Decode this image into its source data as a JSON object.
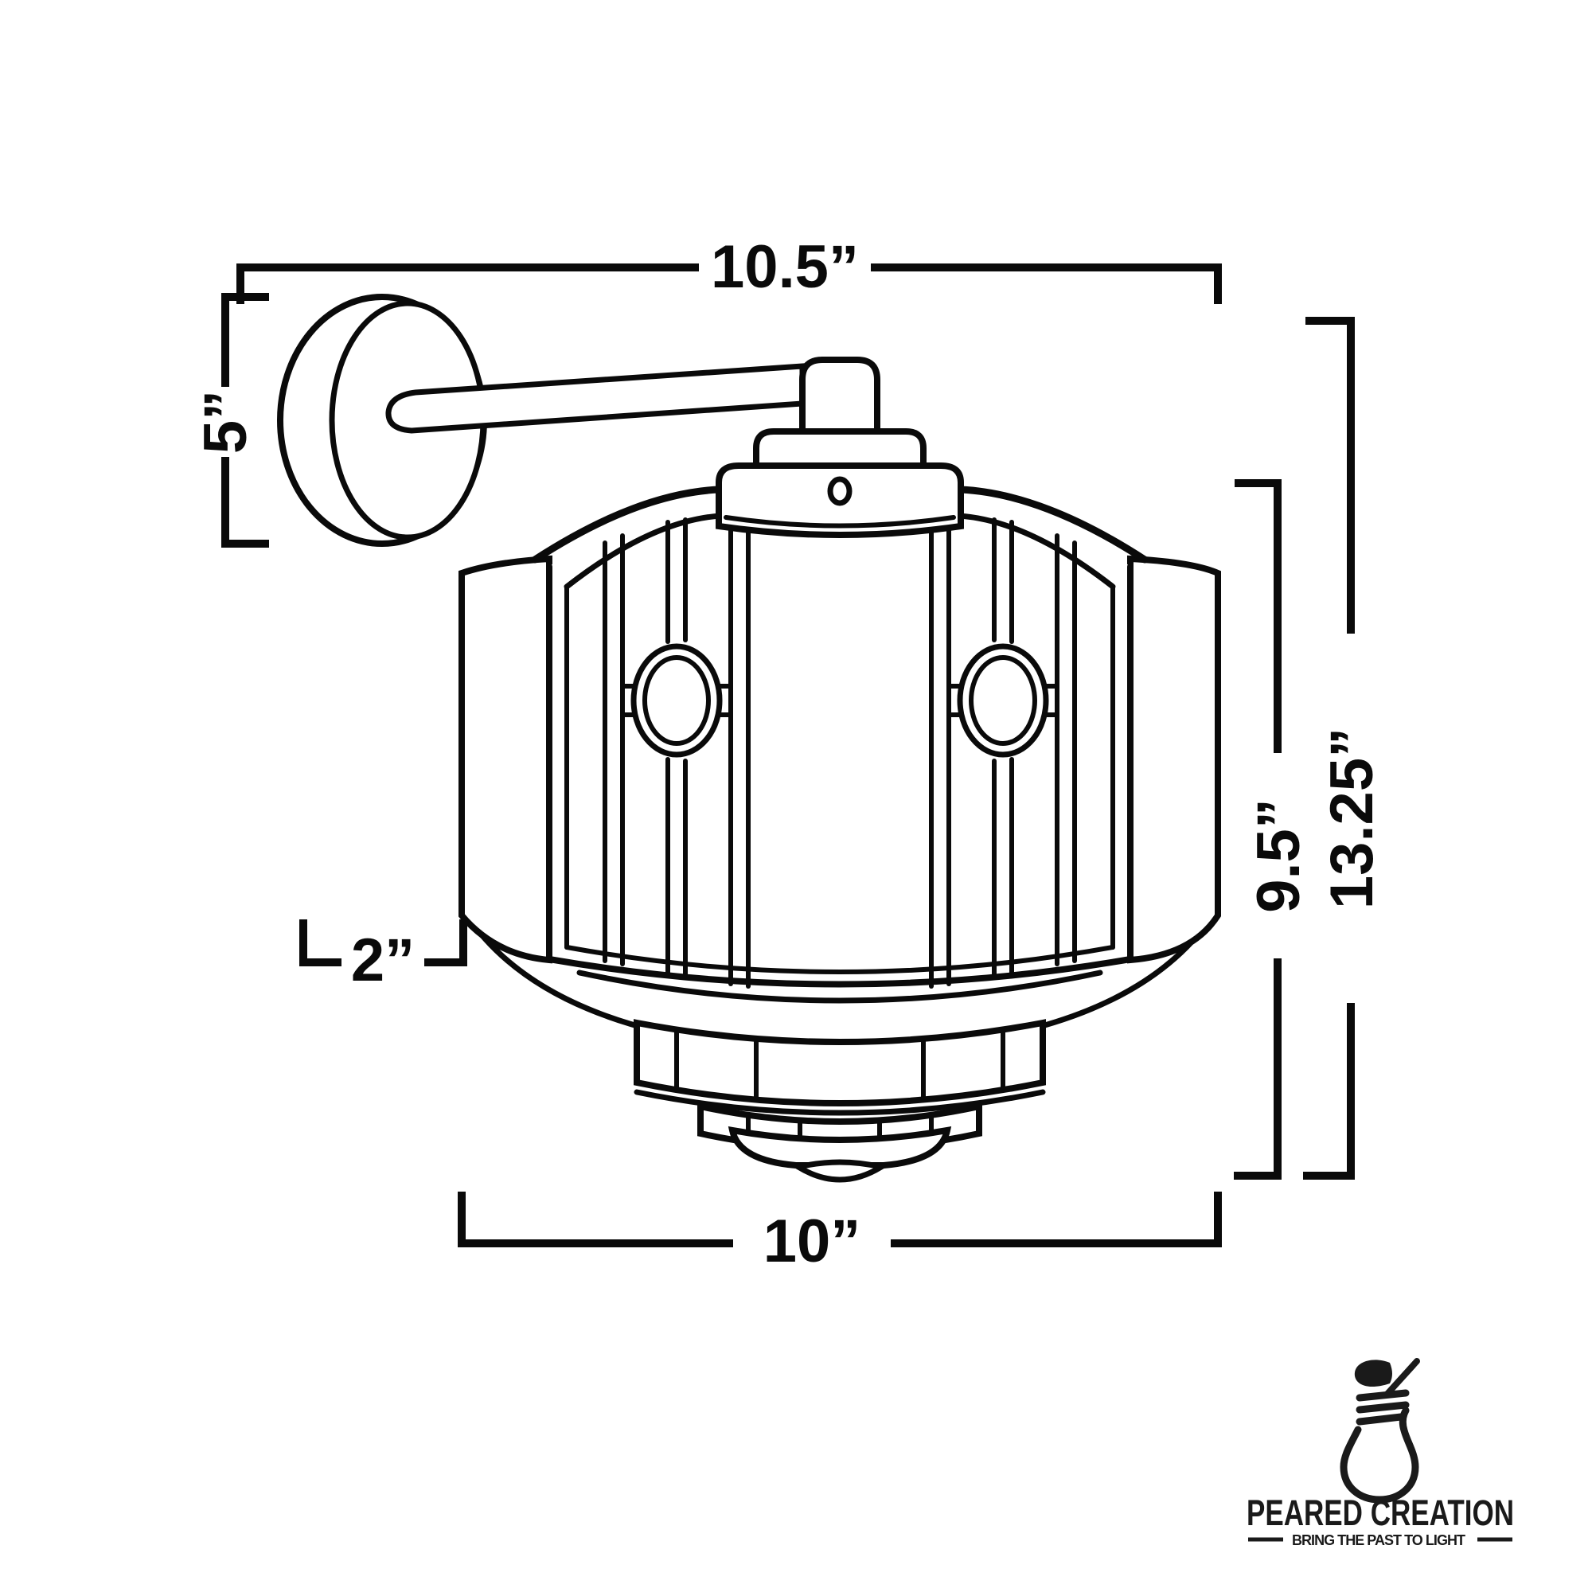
{
  "page": {
    "background_color": "#ffffff",
    "ink_color": "#0a0a0a",
    "type": "product dimension line drawing"
  },
  "diagram": {
    "subject": "art-deco wall sconce lantern, side elevation with dimension brackets",
    "dimensions": {
      "top_width": {
        "label": "10.5”",
        "orientation": "horizontal"
      },
      "backplate_height": {
        "label": "5”",
        "orientation": "vertical"
      },
      "side_shade_depth": {
        "label": "2”",
        "orientation": "horizontal"
      },
      "bottom_width": {
        "label": "10”",
        "orientation": "horizontal"
      },
      "shade_height": {
        "label": "9.5”",
        "orientation": "vertical"
      },
      "overall_height": {
        "label": "13.25”",
        "orientation": "vertical"
      }
    }
  },
  "logo": {
    "brand": "PEARED CREATION",
    "tagline": "BRING THE PAST TO LIGHT",
    "icon": "pear-lightbulb-icon"
  }
}
